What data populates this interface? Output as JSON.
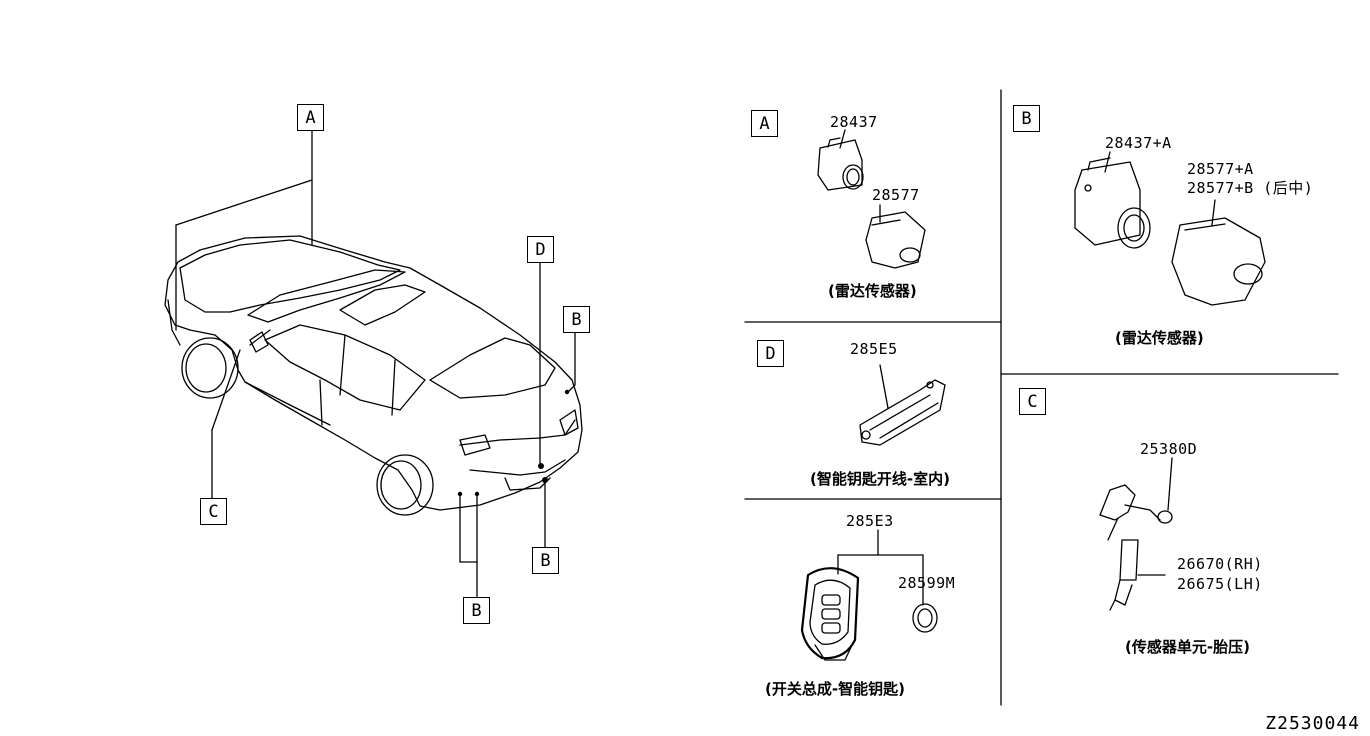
{
  "overview": {
    "callouts": {
      "A": "A",
      "B1": "B",
      "B2": "B",
      "C": "C",
      "D": "D"
    }
  },
  "panels": {
    "A": {
      "letter": "A",
      "parts": [
        "28437",
        "28577"
      ],
      "caption": "(雷达传感器)"
    },
    "B": {
      "letter": "B",
      "parts": [
        "28437+A",
        "28577+A",
        "28577+B (后中)"
      ],
      "caption": "(雷达传感器)"
    },
    "D": {
      "letter": "D",
      "parts": [
        "285E5"
      ],
      "caption": "(智能钥匙开线-室内)"
    },
    "C": {
      "letter": "C",
      "parts": [
        "25380D",
        "26670(RH)",
        "26675(LH)"
      ],
      "caption": "(传感器单元-胎压)"
    },
    "key": {
      "parts": [
        "285E3",
        "28599M"
      ],
      "caption": "(开关总成-智能钥匙)"
    }
  },
  "diagram_code": "Z2530044"
}
